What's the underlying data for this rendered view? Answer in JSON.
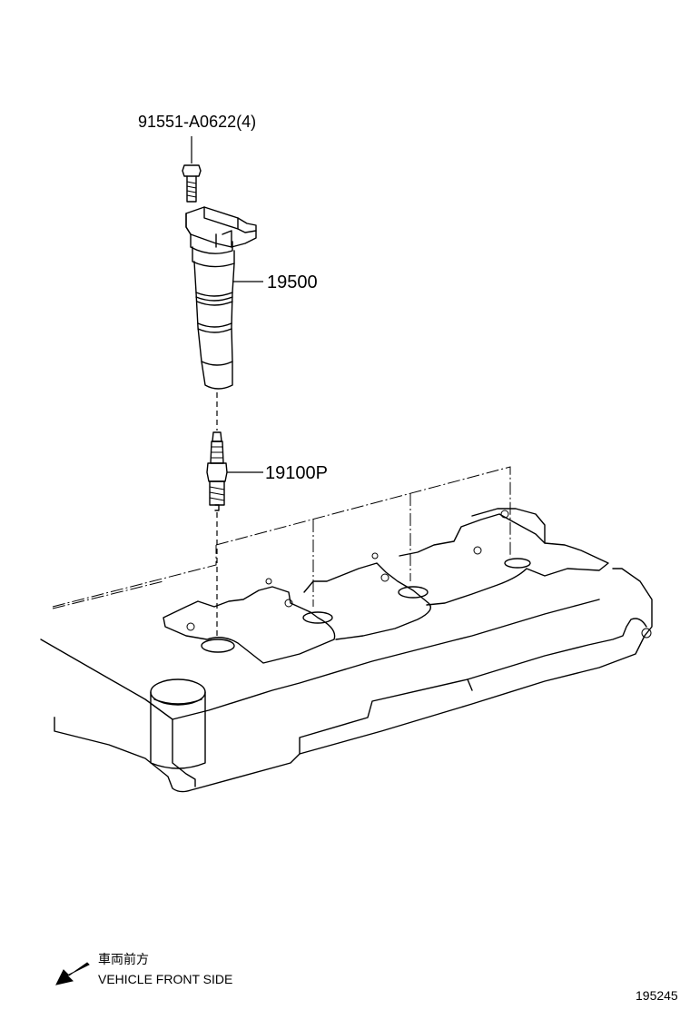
{
  "parts": {
    "bolt": "91551-A0622(4)",
    "ignition_coil": "19500",
    "spark_plug": "19100P"
  },
  "direction_note": {
    "japanese": "車両前方",
    "english": "VEHICLE FRONT SIDE"
  },
  "illustration_number": "195245"
}
